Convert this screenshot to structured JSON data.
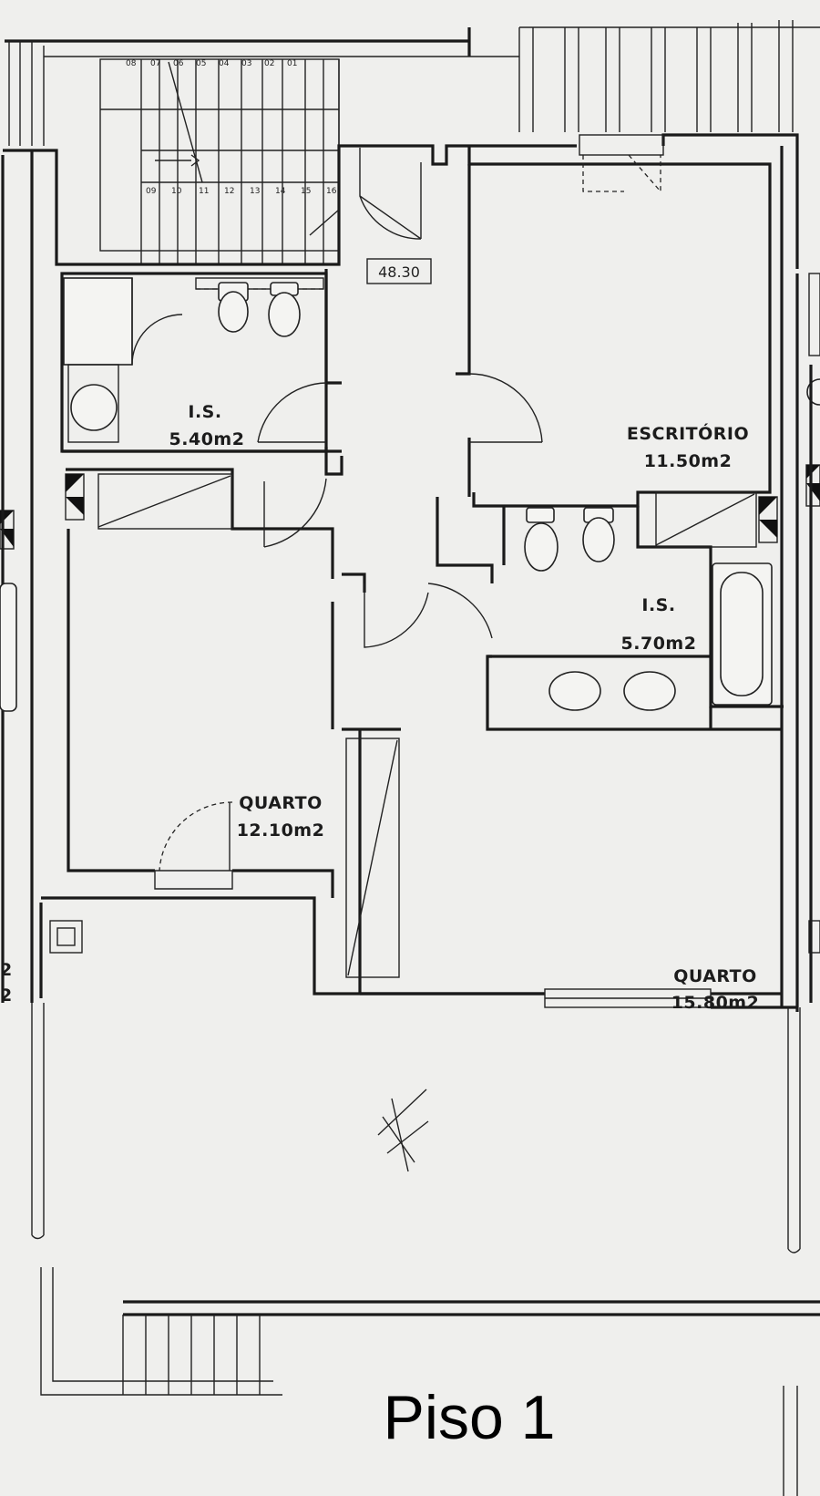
{
  "plan": {
    "title": "Piso 1",
    "stair_area": "48.30",
    "stair_steps_upper": [
      "08",
      "07",
      "06",
      "05",
      "04",
      "03",
      "02",
      "01"
    ],
    "stair_steps_lower": [
      "09",
      "10",
      "11",
      "12",
      "13",
      "14",
      "15",
      "16"
    ],
    "rooms": [
      {
        "name": "I.S.",
        "area": "5.40m2"
      },
      {
        "name": "ESCRITÓRIO",
        "area": "11.50m2"
      },
      {
        "name": "I.S.",
        "area": "5.70m2"
      },
      {
        "name": "QUARTO",
        "area": "12.10m2"
      },
      {
        "name": "QUARTO",
        "area": "15.80m2"
      }
    ],
    "side_marks": [
      "2",
      "2"
    ]
  },
  "colors": {
    "paper": "#eeeeec",
    "ink": "#1a1a1a"
  }
}
